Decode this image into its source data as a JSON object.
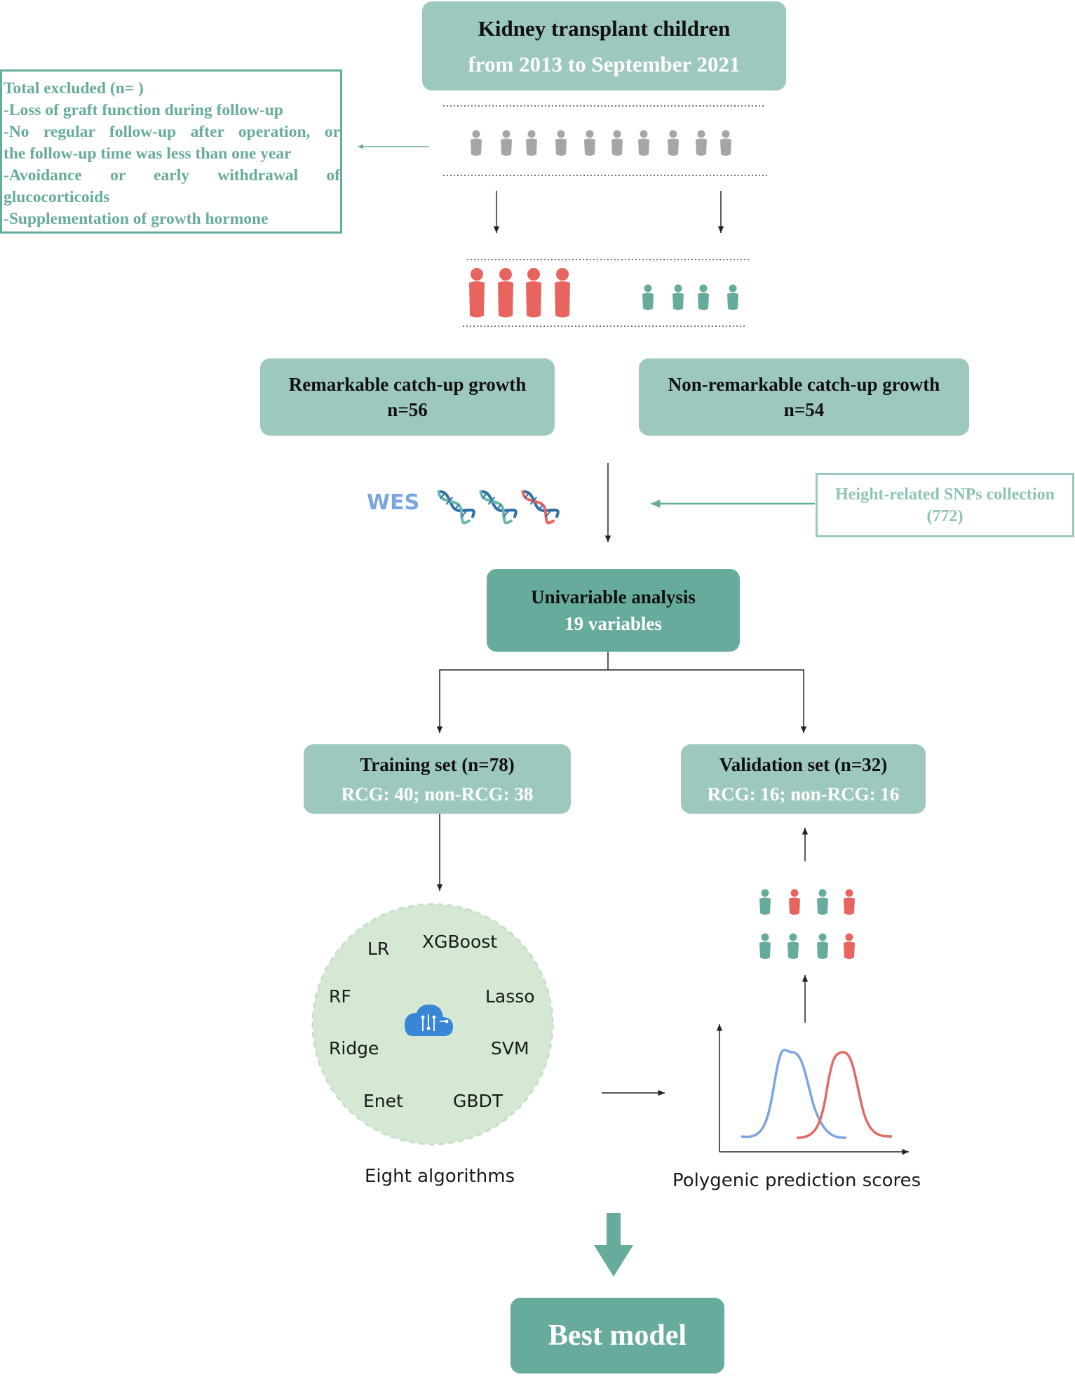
{
  "top_box": {
    "line1": "Kidney transplant children",
    "line2": "from 2013 to September 2021"
  },
  "excluded": [
    "Total excluded (n= )",
    "-Loss of graft function during follow-up",
    "-No regular follow-up after operation, or",
    "the follow-up time was less than one year",
    "-Avoidance or early withdrawal of",
    "glucocorticoids",
    "-Supplementation of growth hormone"
  ],
  "group_left": {
    "label": "Remarkable catch-up growth",
    "n": "n=56"
  },
  "group_right": {
    "label": "Non-remarkable catch-up growth",
    "n": "n=54"
  },
  "wes_label": "WES",
  "snp_box": {
    "line1": "Height-related SNPs collection",
    "line2": "(772)"
  },
  "univariable": {
    "line1": "Univariable analysis",
    "line2": "19 variables"
  },
  "training": {
    "line1": "Training set (n=78)",
    "line2": "RCG: 40; non-RCG: 38"
  },
  "validation": {
    "line1": "Validation set (n=32)",
    "line2": "RCG: 16; non-RCG: 16"
  },
  "algorithms": [
    "LR",
    "XGBoost",
    "RF",
    "Lasso",
    "Ridge",
    "SVM",
    "Enet",
    "GBDT"
  ],
  "algorithms_caption": "Eight algorithms",
  "scores_caption": "Polygenic prediction scores",
  "best_model": "Best model",
  "colors": {
    "teal_light": "#9dc8bf",
    "teal_dark": "#67ab9d",
    "red": "#e8645e",
    "gray": "#a6a6a6",
    "blue_curve": "#7aa6e0",
    "red_curve": "#e06a66"
  }
}
